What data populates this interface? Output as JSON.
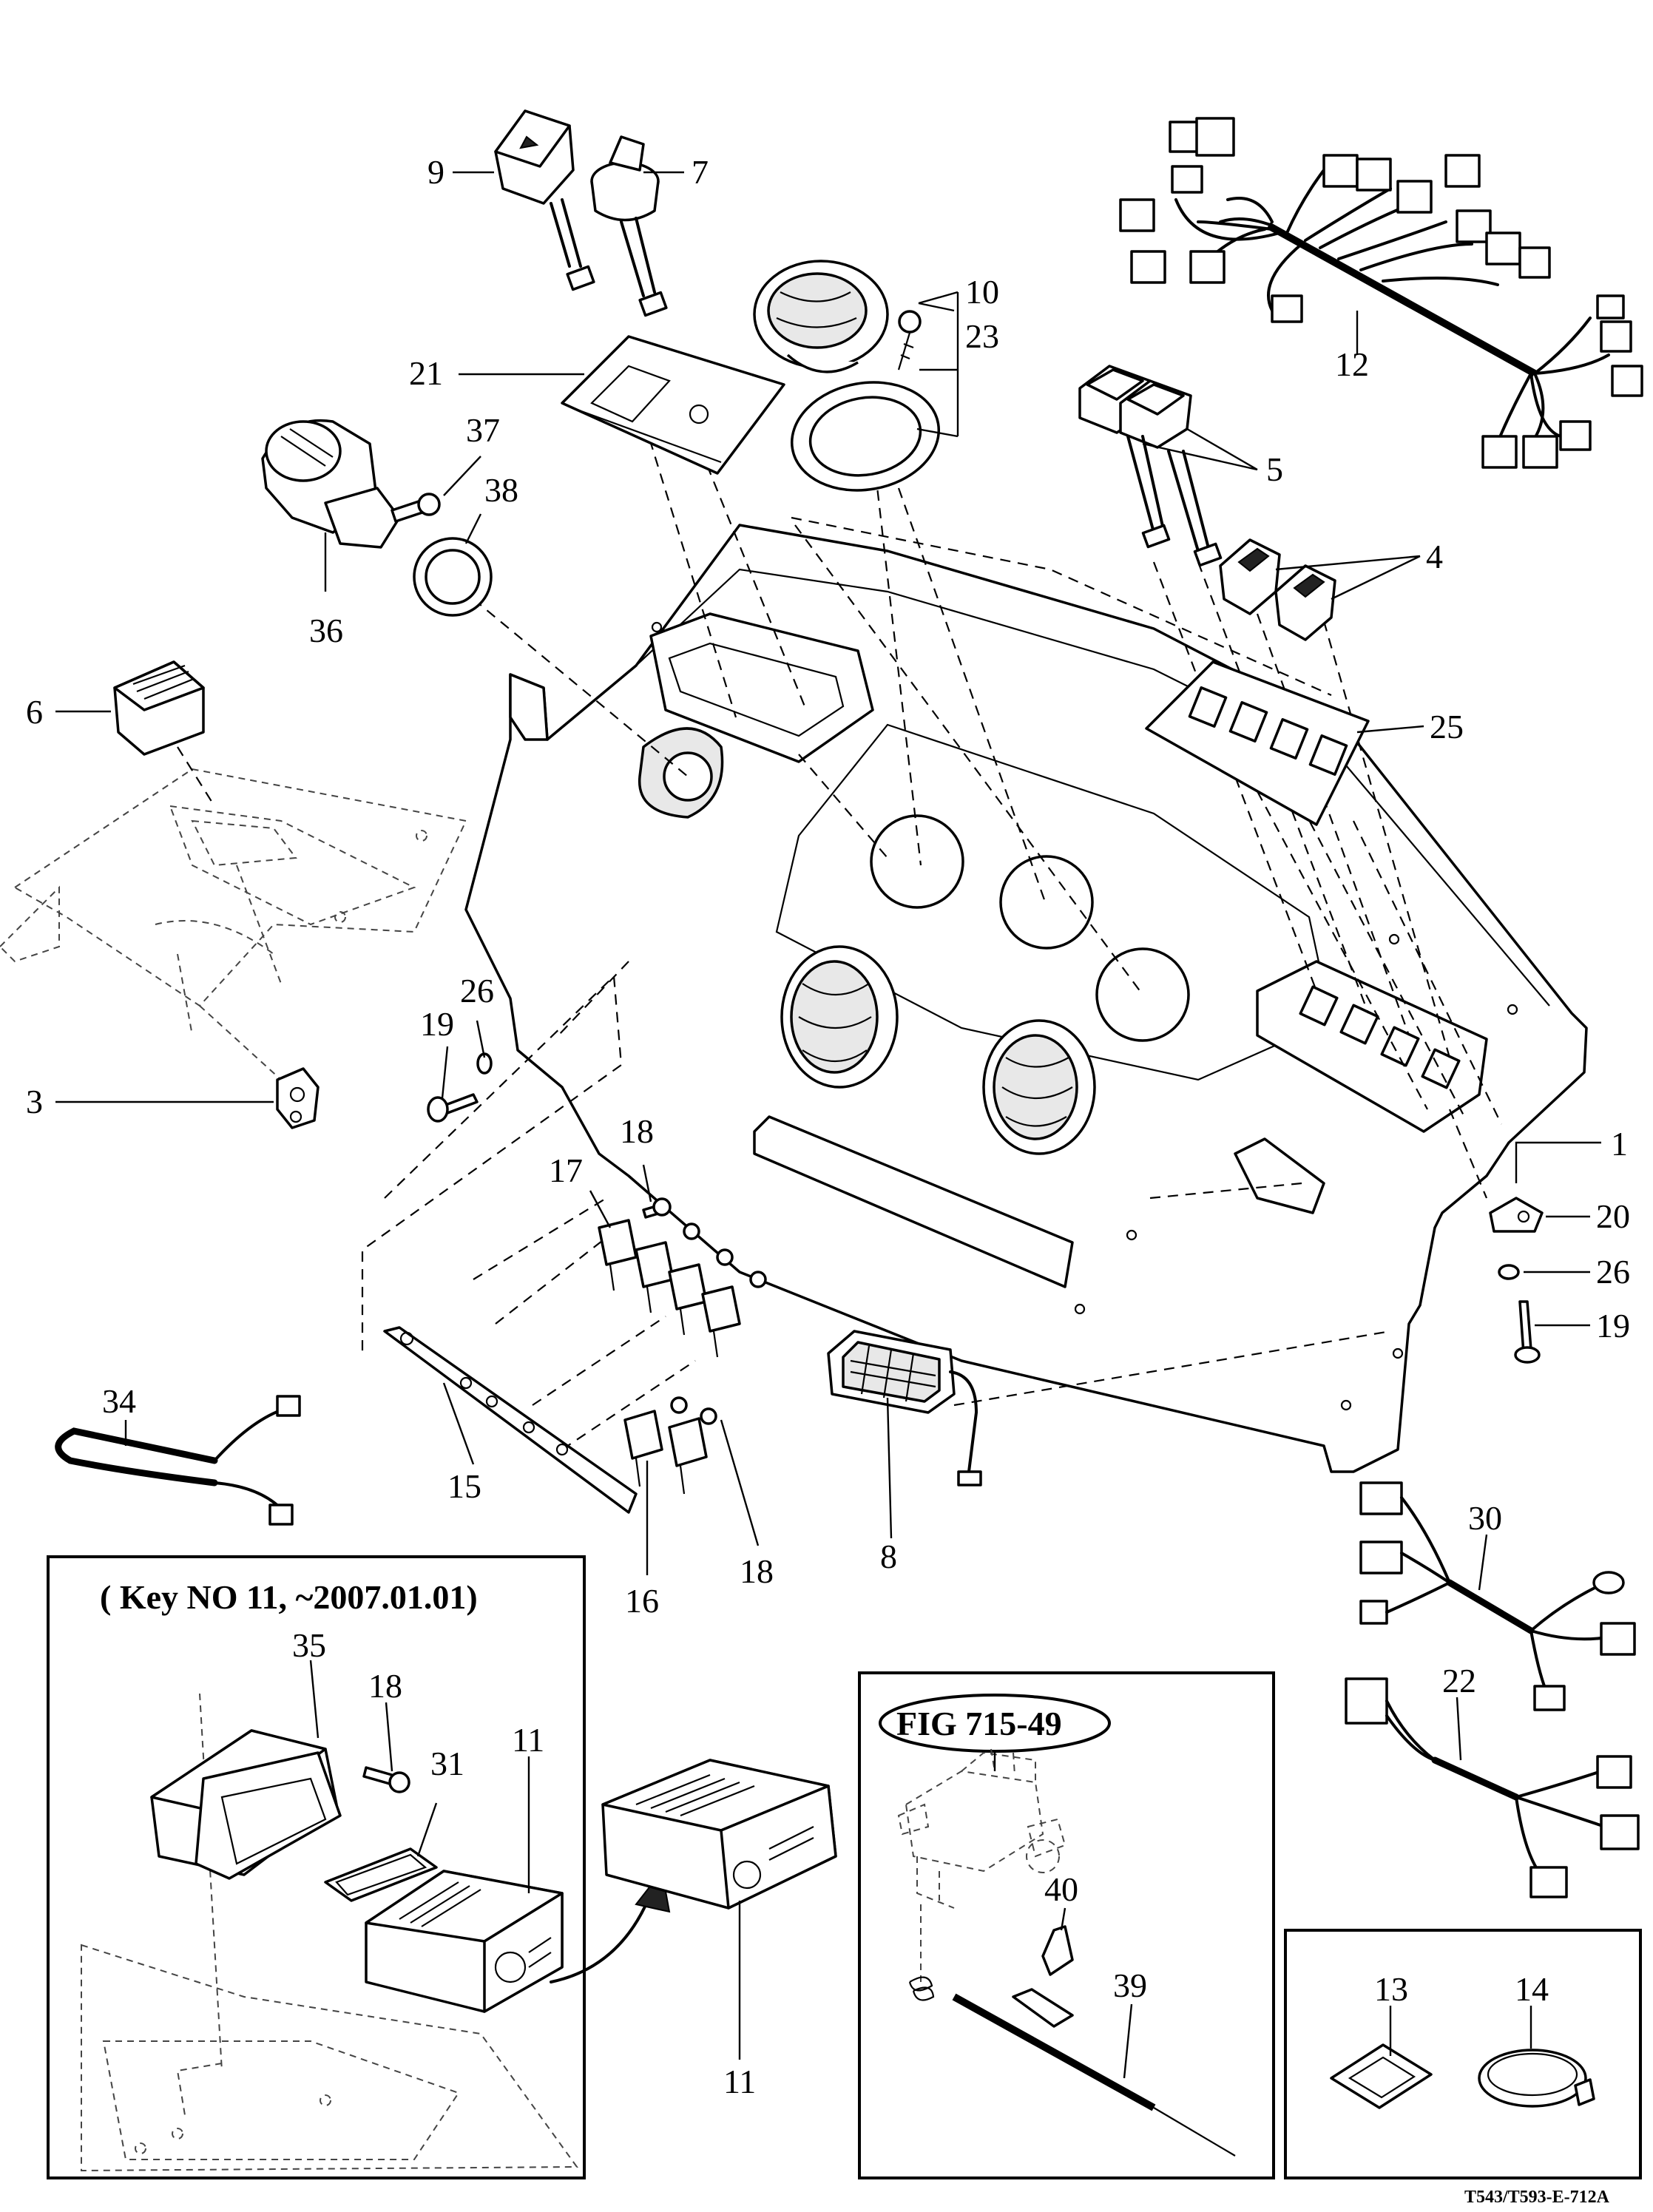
{
  "callouts": {
    "c1": "1",
    "c3": "3",
    "c4": "4",
    "c5": "5",
    "c6": "6",
    "c7": "7",
    "c8": "8",
    "c9": "9",
    "c10": "10",
    "c11a": "11",
    "c11b": "11",
    "c12": "12",
    "c13": "13",
    "c14": "14",
    "c15": "15",
    "c16": "16",
    "c17": "17",
    "c18a": "18",
    "c18b": "18",
    "c18c": "18",
    "c19a": "19",
    "c19b": "19",
    "c20": "20",
    "c21": "21",
    "c22": "22",
    "c23": "23",
    "c25": "25",
    "c26a": "26",
    "c26b": "26",
    "c30": "30",
    "c31": "31",
    "c34": "34",
    "c35": "35",
    "c36": "36",
    "c37": "37",
    "c38": "38",
    "c39": "39",
    "c40": "40"
  },
  "inset_key11": {
    "title": "( Key NO 11,   ~2007.01.01)"
  },
  "inset_fig": {
    "title": "FIG 715-49"
  },
  "drawing_code": "T543/T593-E-712A",
  "colors": {
    "ink": "#000000",
    "paper": "#ffffff"
  }
}
